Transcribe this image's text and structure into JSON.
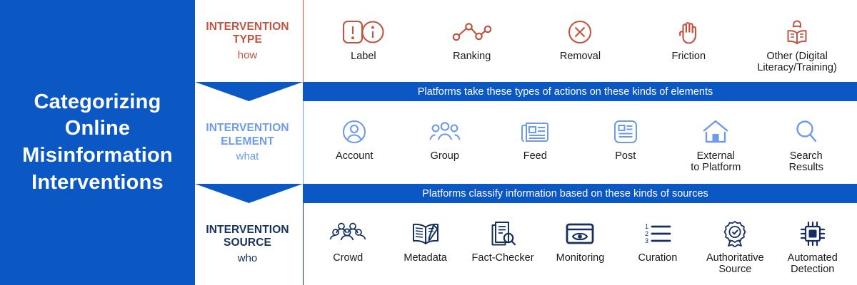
{
  "title": {
    "text": "Categorizing\nOnline\nMisinformation\nInterventions"
  },
  "colors": {
    "brand_blue": "#0B57C4",
    "type_red": "#C1543F",
    "element_blue": "#6E9BE8",
    "source_navy": "#15305E",
    "band_text": "#FFFFFF",
    "caption_text": "#1A1A1A"
  },
  "rows": [
    {
      "id": "intervention-type",
      "label_main": "INTERVENTION\nTYPE",
      "label_sub": "how",
      "accent": "#C1543F",
      "items": [
        {
          "caption": "Label",
          "icon": "label-alert-info-icon"
        },
        {
          "caption": "Ranking",
          "icon": "ranking-linechart-icon"
        },
        {
          "caption": "Removal",
          "icon": "removal-circle-x-icon"
        },
        {
          "caption": "Friction",
          "icon": "friction-hand-icon"
        },
        {
          "caption": "Other (Digital\nLiteracy/Training)",
          "icon": "person-reading-book-icon"
        }
      ]
    },
    {
      "id": "intervention-element",
      "label_main": "INTERVENTION\nELEMENT",
      "label_sub": "what",
      "accent": "#6E9BE8",
      "items": [
        {
          "caption": "Account",
          "icon": "account-person-circle-icon"
        },
        {
          "caption": "Group",
          "icon": "group-people-icon"
        },
        {
          "caption": "Feed",
          "icon": "feed-newspaper-icon"
        },
        {
          "caption": "Post",
          "icon": "post-card-icon"
        },
        {
          "caption": "External\nto Platform",
          "icon": "house-icon"
        },
        {
          "caption": "Search\nResults",
          "icon": "search-magnifier-icon"
        }
      ]
    },
    {
      "id": "intervention-source",
      "label_main": "INTERVENTION\nSOURCE",
      "label_sub": "who",
      "accent": "#15305E",
      "items": [
        {
          "caption": "Crowd",
          "icon": "crowd-people-icon"
        },
        {
          "caption": "Metadata",
          "icon": "book-pen-icon"
        },
        {
          "caption": "Fact-Checker",
          "icon": "document-magnifier-icon"
        },
        {
          "caption": "Monitoring",
          "icon": "eye-screen-icon"
        },
        {
          "caption": "Curation",
          "icon": "numbered-list-icon"
        },
        {
          "caption": "Authoritative\nSource",
          "icon": "award-ribbon-check-icon"
        },
        {
          "caption": "Automated\nDetection",
          "icon": "cpu-chip-icon"
        }
      ]
    }
  ],
  "bands": [
    {
      "id": "band-actions",
      "text": "Platforms take these types of actions on these kinds of elements"
    },
    {
      "id": "band-sources",
      "text": "Platforms classify information based on these kinds of sources"
    }
  ]
}
